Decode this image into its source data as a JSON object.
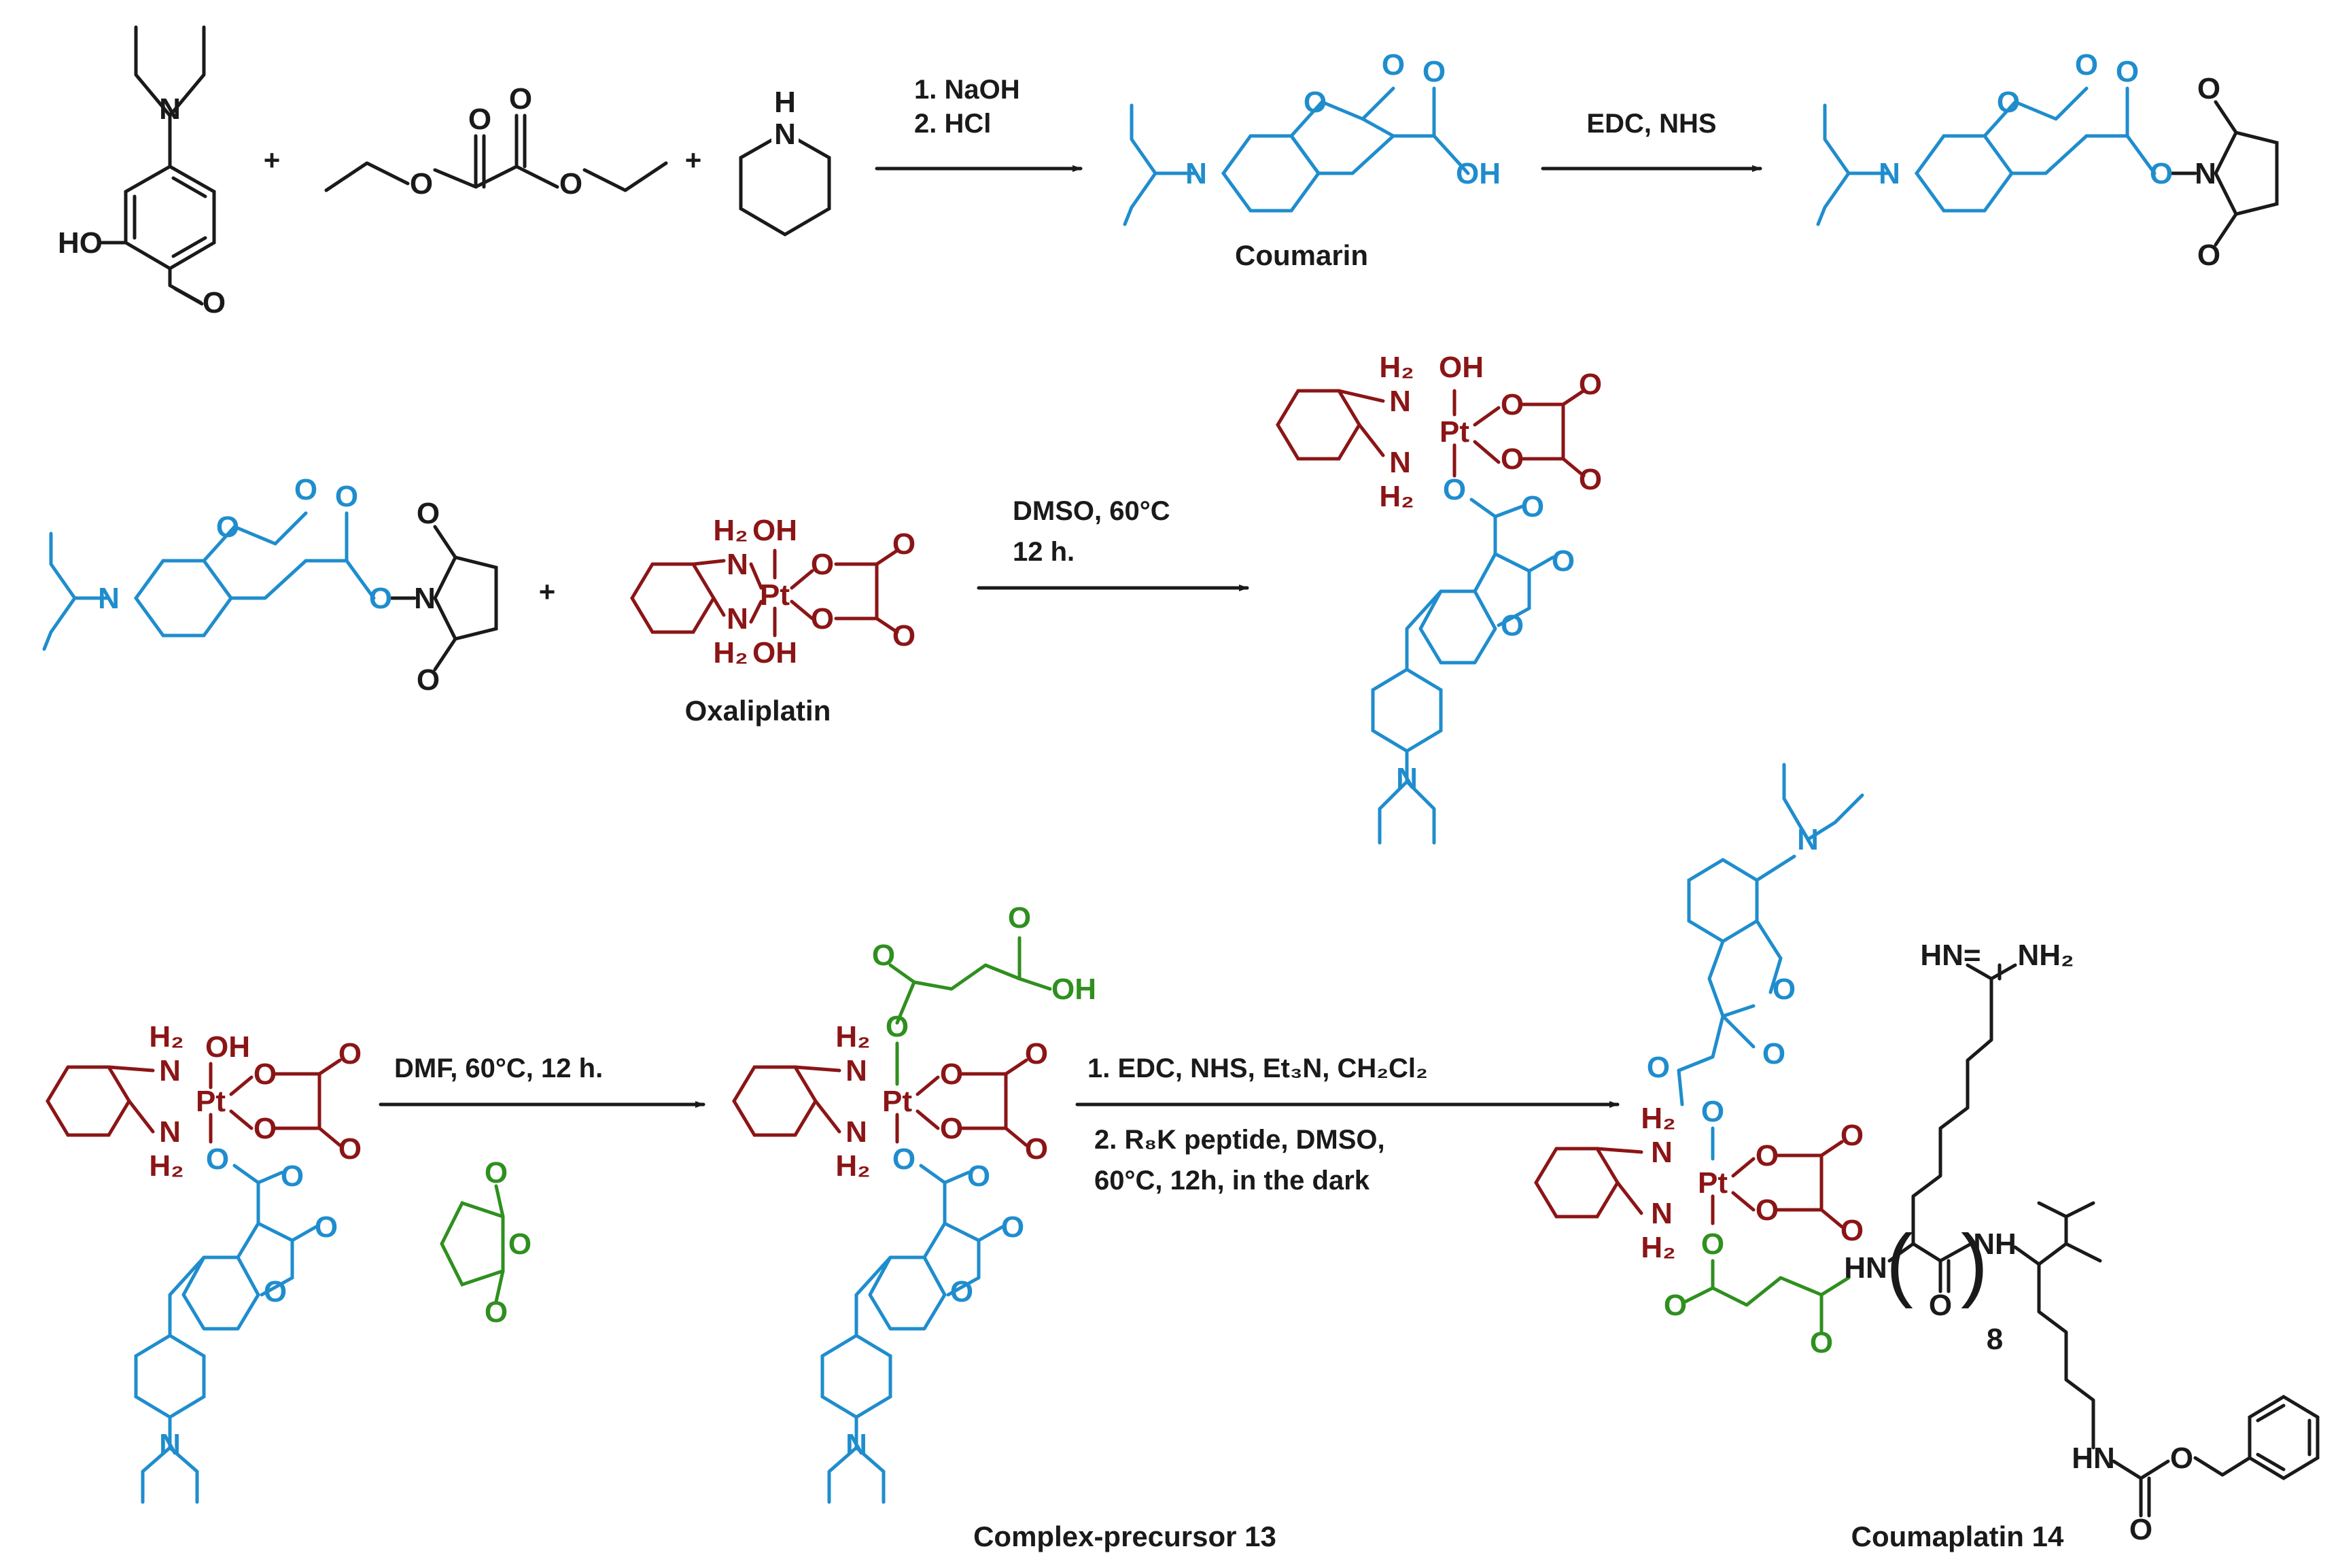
{
  "colors": {
    "reagent": "#1a1a1a",
    "coumarin": "#1f8dcd",
    "platinum": "#8b1516",
    "succinic": "#2f8f1f"
  },
  "step1": {
    "plus1": "+",
    "plus2": "+",
    "cond_line1": "1. NaOH",
    "cond_line2": "2. HCl",
    "product_label": "Coumarin"
  },
  "step2": {
    "cond": "EDC, NHS"
  },
  "step3": {
    "plus": "+",
    "cond_line1": "DMSO, 60°C",
    "cond_line2": "12 h.",
    "reagent_label": "Oxaliplatin"
  },
  "step4": {
    "cond": "DMF, 60°C, 12 h.",
    "product_label": "Complex-precursor 13"
  },
  "step5": {
    "cond_line1": "1. EDC, NHS, Et₃N, CH₂Cl₂",
    "cond_line2": "2. R₈K peptide, DMSO,",
    "cond_line3": "60°C, 12h, in the dark",
    "product_label": "Coumaplatin 14",
    "repeat_count": "8"
  },
  "atoms": {
    "N": "N",
    "O": "O",
    "OH": "OH",
    "HO": "HO",
    "H": "H",
    "NH": "NH",
    "HN": "HN",
    "Pt": "Pt",
    "H2": "H₂",
    "NH2": "NH₂",
    "HN_eq": "HN=",
    "paren_open": "(",
    "paren_close": ")"
  }
}
